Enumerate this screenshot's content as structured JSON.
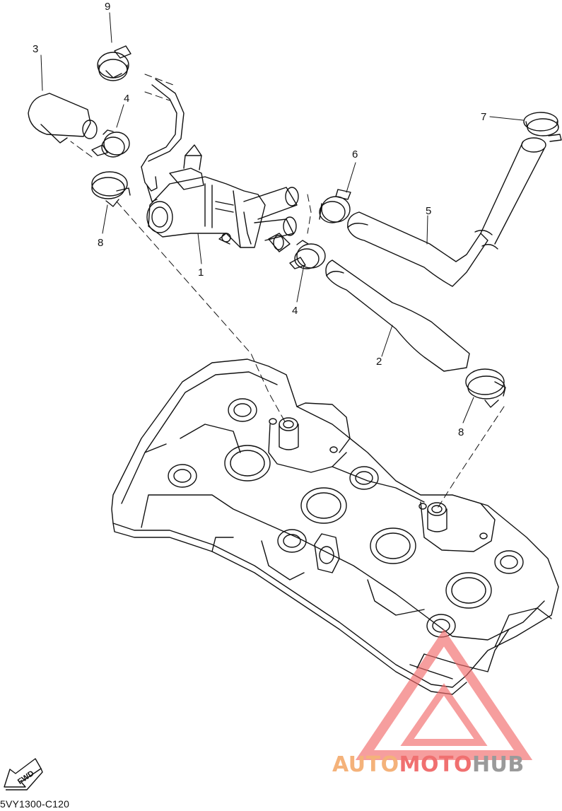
{
  "callouts": [
    {
      "id": "c1",
      "label": "1"
    },
    {
      "id": "c2",
      "label": "2"
    },
    {
      "id": "c3",
      "label": "3"
    },
    {
      "id": "c4a",
      "label": "4"
    },
    {
      "id": "c4b",
      "label": "4"
    },
    {
      "id": "c5",
      "label": "5"
    },
    {
      "id": "c7",
      "label": "7"
    },
    {
      "id": "c6",
      "label": "6"
    },
    {
      "id": "c8a",
      "label": "8"
    },
    {
      "id": "c8b",
      "label": "8"
    },
    {
      "id": "c9",
      "label": "9"
    }
  ],
  "fwd_label": "FWD",
  "part_code": "5VY1300-C120",
  "watermark": {
    "part1": "AUTO",
    "part2": "MOTO",
    "part3": "HUB",
    "colors": {
      "auto": "#f4b27a",
      "moto": "#f07070",
      "hub": "#9a9a9a",
      "triangle": "#f26b6b"
    }
  }
}
